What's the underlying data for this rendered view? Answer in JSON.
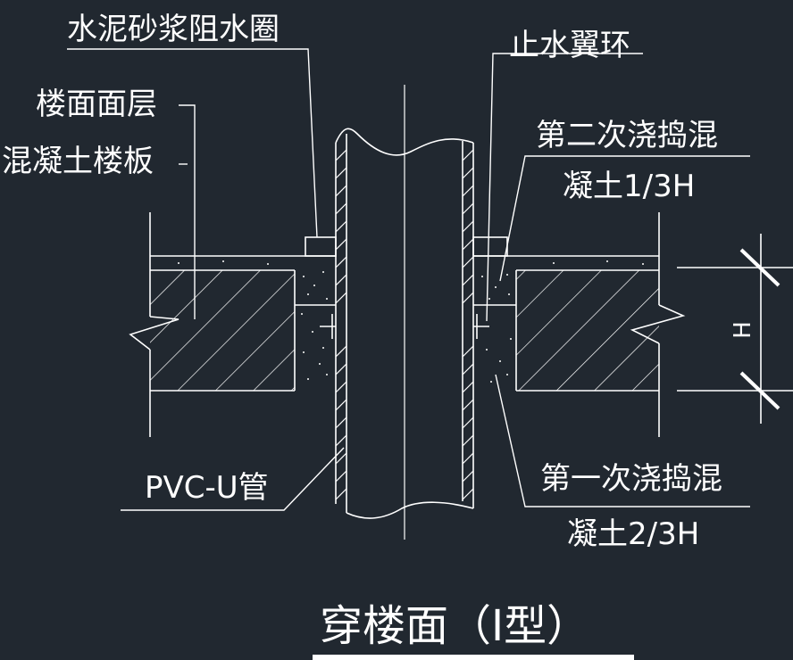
{
  "labels": {
    "mortar_ring": "水泥砂浆阻水圈",
    "floor_finish": "楼面面层",
    "concrete_slab": "混凝土楼板",
    "water_stop_ring": "止水翼环",
    "second_pour_line1": "第二次浇捣混",
    "second_pour_line2": "凝土1/3H",
    "first_pour_line1": "第一次浇捣混",
    "first_pour_line2": "凝土2/3H",
    "pvc_pipe": "PVC-U管",
    "dimension_h": "H"
  },
  "title": "穿楼面（I型）",
  "colors": {
    "background": "#212830",
    "lines": "#ffffff",
    "pipe_fill": "#212830"
  }
}
